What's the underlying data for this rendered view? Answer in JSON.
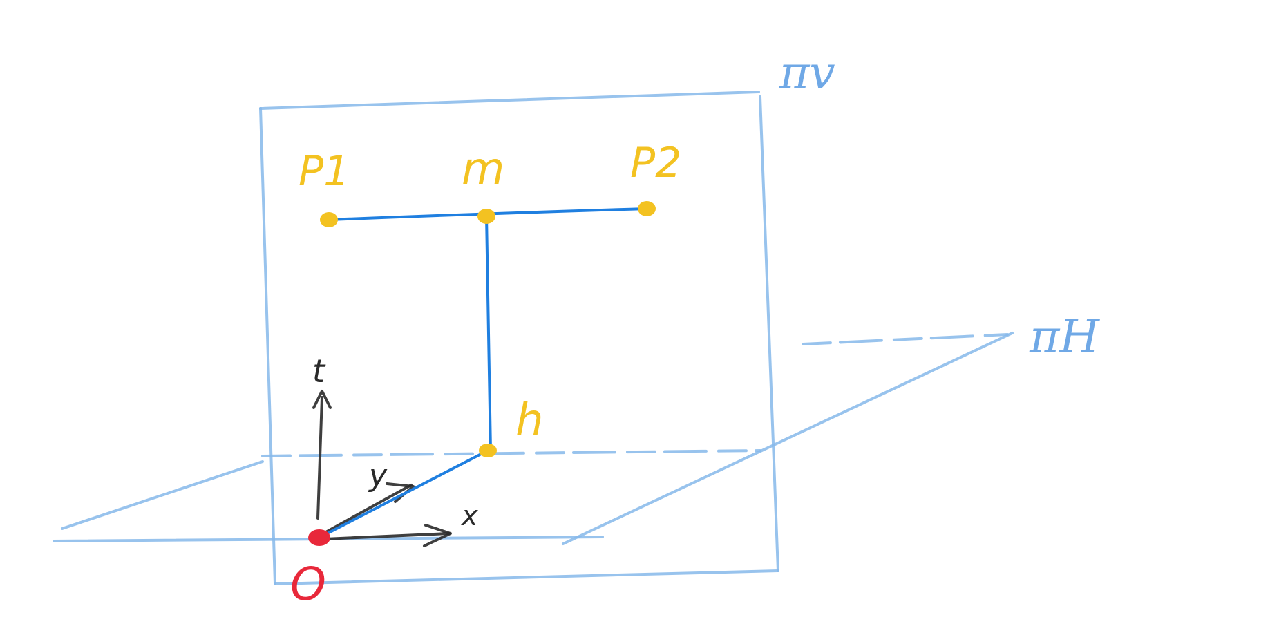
{
  "diagram": {
    "points": {
      "p1": {
        "label": "P1",
        "color": "#f3c221"
      },
      "m": {
        "label": "m",
        "color": "#f3c221"
      },
      "p2": {
        "label": "P2",
        "color": "#f3c221"
      },
      "h": {
        "label": "h",
        "color": "#f3c221"
      },
      "origin": {
        "label": "O",
        "color": "#e8283a"
      }
    },
    "planes": {
      "vertical": {
        "label": "πv",
        "color": "#86b8ea"
      },
      "horizontal": {
        "label": "πH",
        "color": "#86b8ea"
      }
    },
    "axes": {
      "t": {
        "label": "t"
      },
      "y": {
        "label": "y"
      },
      "x": {
        "label": "x"
      }
    },
    "colors": {
      "segment": "#1f7fe0",
      "axes": "#2a2a2a"
    }
  }
}
